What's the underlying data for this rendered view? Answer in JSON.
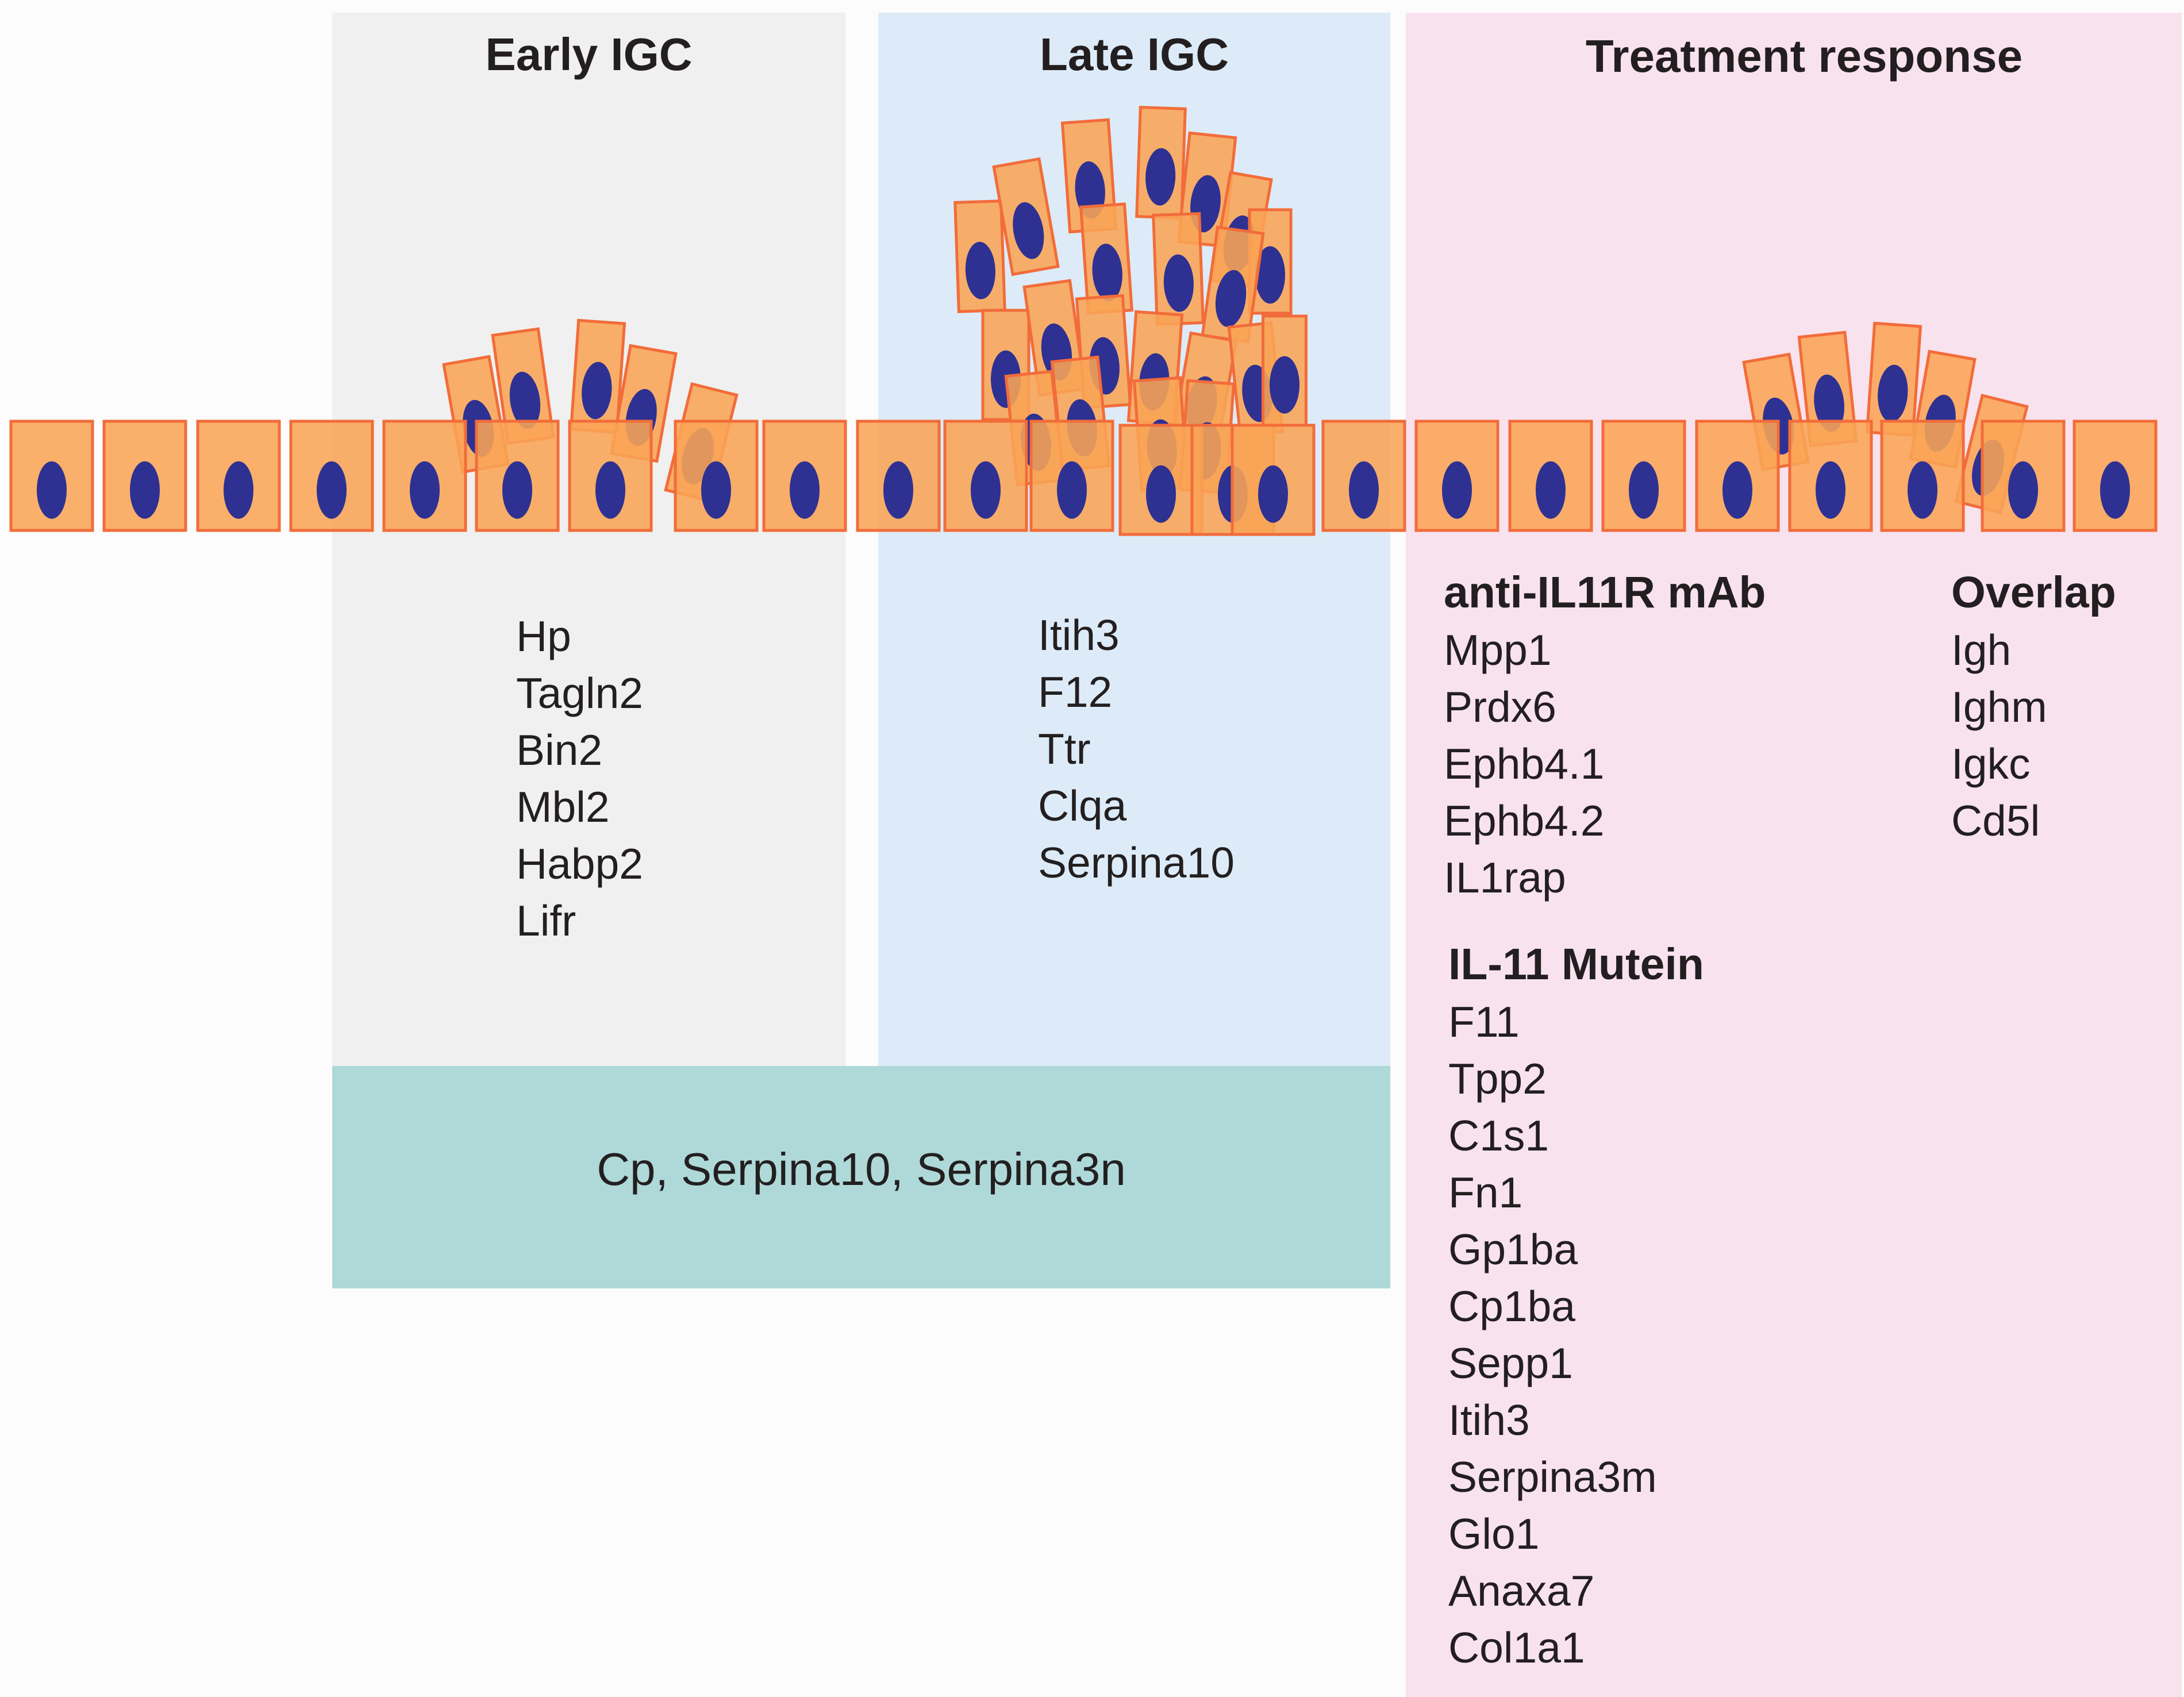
{
  "panels": {
    "early": {
      "title": "Early IGC",
      "genes": [
        "Hp",
        "Tagln2",
        "Bin2",
        "Mbl2",
        "Habp2",
        "Lifr"
      ]
    },
    "late": {
      "title": "Late IGC",
      "genes": [
        "Itih3",
        "F12",
        "Ttr",
        "Clqa",
        "Serpina10"
      ]
    },
    "treatment": {
      "title": "Treatment response",
      "antibody": {
        "heading": "anti-IL11R mAb",
        "genes": [
          "Mpp1",
          "Prdx6",
          "Ephb4.1",
          "Ephb4.2",
          "IL1rap"
        ]
      },
      "overlap": {
        "heading": "Overlap",
        "genes": [
          "Igh",
          "Ighm",
          "Igkc",
          "Cd5l"
        ]
      },
      "mutein": {
        "heading": "IL-11 Mutein",
        "genes": [
          "F11",
          "Tpp2",
          "C1s1",
          "Fn1",
          "Gp1ba",
          "Cp1ba",
          "Sepp1",
          "Itih3",
          "Serpina3m",
          "Glo1",
          "Anaxa7",
          "Col1a1"
        ]
      }
    }
  },
  "shared": {
    "text": "Cp, Serpina10, Serpina3n"
  },
  "colors": {
    "early_bg": "#eff0ef",
    "late_bg": "#dcebf7",
    "treatment_bg": "#f8e2ee",
    "shared_bg": "#96cdcd",
    "cell_fill": "#f9a455",
    "cell_stroke": "#f26c3a",
    "nucleus": "#2e3192"
  },
  "icons": {
    "cell": "epithelial-cell-icon",
    "nucleus": "nucleus-icon"
  }
}
